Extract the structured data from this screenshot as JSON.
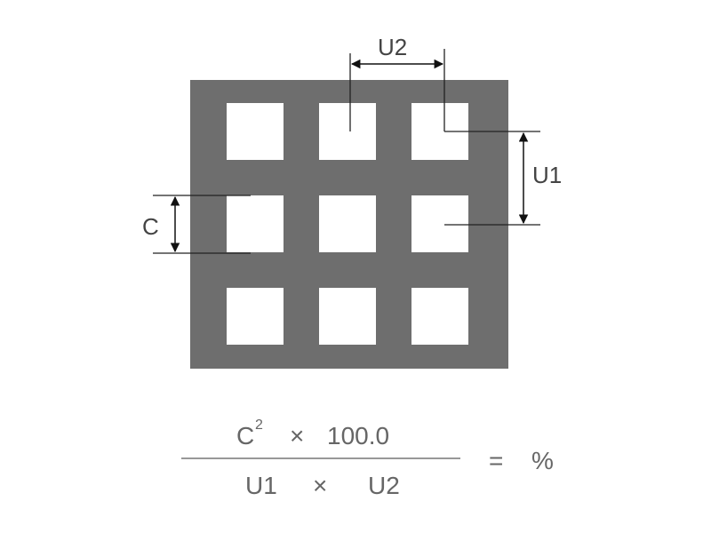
{
  "diagram": {
    "grid": {
      "rows": 3,
      "cols": 3
    },
    "colors": {
      "plate": "#6e6e6e",
      "hole": "#ffffff",
      "dimension_line": "#222222",
      "formula_text": "#666666"
    },
    "dimensions": {
      "u2_label": "U2",
      "u1_label": "U1",
      "c_label": "C"
    }
  },
  "formula": {
    "numerator": {
      "base": "C",
      "exponent": "2",
      "operator": "×",
      "factor": "100.0"
    },
    "denominator": {
      "left": "U1",
      "operator": "×",
      "right": "U2"
    },
    "equals": "=",
    "result": "%"
  }
}
